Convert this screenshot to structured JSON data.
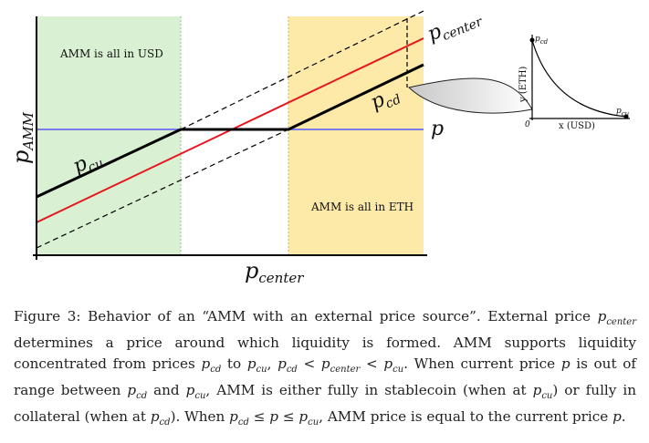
{
  "figure": {
    "region_left_label": "AMM is all in USD",
    "region_right_label": "AMM is all in ETH",
    "y_axis_label_main": "p",
    "y_axis_label_sub": "AMM",
    "x_axis_label_main": "p",
    "x_axis_label_sub": "center",
    "line_label_pcenter_main": "p",
    "line_label_pcenter_sub": "center",
    "line_label_pcd_main": "p",
    "line_label_pcd_sub": "cd",
    "line_label_pcu_main": "p",
    "line_label_pcu_sub": "cu",
    "line_label_p": "p",
    "inset": {
      "y_label": "y (ETH)",
      "x_label": "x (USD)",
      "origin": "0",
      "top_label_main": "p",
      "top_label_sub": "cd",
      "right_label_main": "p",
      "right_label_sub": "cu"
    },
    "colors": {
      "usd_region": "#d9f0d3",
      "eth_region": "#fde9a8",
      "center_line": "#e8141c",
      "price_line": "#7b7bea",
      "amm_line": "#000000"
    }
  },
  "caption": {
    "seg1": "Figure 3: Behavior of an “AMM with an external price source”. External price ",
    "p_center_main": "p",
    "p_center_sub": "center",
    "seg2": " determines a price around which liquidity is formed. AMM supports liquidity concentrated from prices ",
    "pcd1_main": "p",
    "pcd1_sub": "cd",
    "seg3": " to ",
    "pcu1_main": "p",
    "pcu1_sub": "cu",
    "seg4": ", ",
    "pcd2_main": "p",
    "pcd2_sub": "cd",
    "seg5": " < ",
    "pcenter2_main": "p",
    "pcenter2_sub": "center",
    "seg6": " < ",
    "pcu2_main": "p",
    "pcu2_sub": "cu",
    "seg7": ". When current price ",
    "p1": "p",
    "seg8": " is out of range between ",
    "pcd3_main": "p",
    "pcd3_sub": "cd",
    "seg9": " and ",
    "pcu3_main": "p",
    "pcu3_sub": "cu",
    "seg10": ", AMM is either fully in stablecoin (when at ",
    "pcu4_main": "p",
    "pcu4_sub": "cu",
    "seg11": ") or fully in collateral (when at ",
    "pcd4_main": "p",
    "pcd4_sub": "cd",
    "seg12": "). When ",
    "pcd5_main": "p",
    "pcd5_sub": "cd",
    "seg13": " ≤ ",
    "p2": "p",
    "seg14": " ≤ ",
    "pcu5_main": "p",
    "pcu5_sub": "cu",
    "seg15": ", AMM price is equal to the current price ",
    "p3": "p",
    "seg16": "."
  }
}
